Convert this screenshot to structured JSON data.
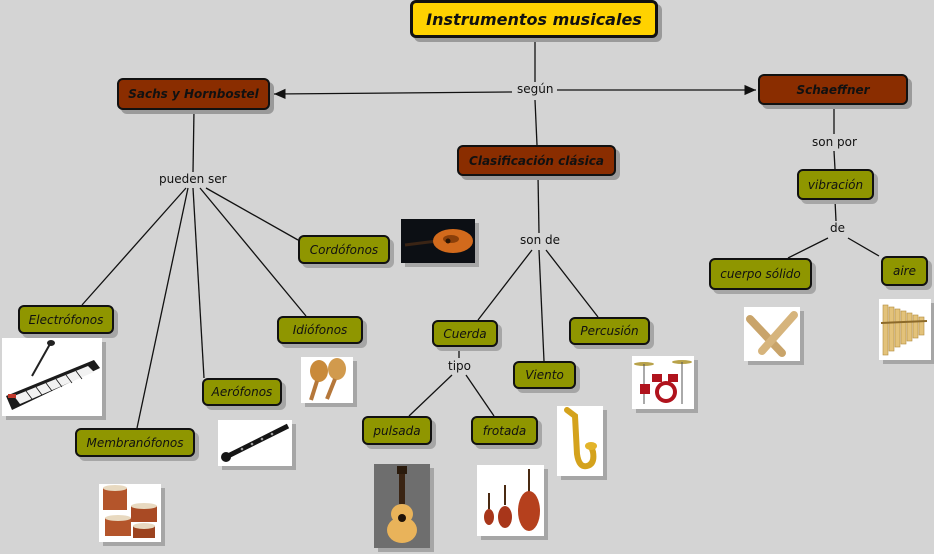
{
  "title": "Instrumentos musicales",
  "link_labels": {
    "segun": "según",
    "pueden_ser": "pueden ser",
    "son_de": "son de",
    "son_por": "son por",
    "de": "de",
    "tipo": "tipo"
  },
  "classifications": {
    "sachs": "Sachs y Hornbostel",
    "clasica": "Clasificación clásica",
    "schaeffner": "Schaeffner"
  },
  "sachs_items": {
    "electrofonos": "Electrófonos",
    "membranofonos": "Membranófonos",
    "aerofonos": "Aerófonos",
    "idiofonos": "Idiófonos",
    "cordofonos": "Cordófonos"
  },
  "clasica_items": {
    "cuerda": "Cuerda",
    "viento": "Viento",
    "percusion": "Percusión",
    "pulsada": "pulsada",
    "frotada": "frotada"
  },
  "schaeffner_items": {
    "vibracion": "vibración",
    "cuerpo_solido": "cuerpo sólido",
    "aire": "aire"
  },
  "colors": {
    "background": "#d4d4d4",
    "title_fill": "#ffd200",
    "category_fill": "#8a2d00",
    "concept_fill": "#8f9600",
    "line": "#111111"
  },
  "icons": [
    "lute-icon",
    "synthesizer-icon",
    "maracas-icon",
    "clarinet-icon",
    "drums-icon",
    "drum-kit-icon",
    "saxophone-icon",
    "guitar-icon",
    "violin-family-icon",
    "claves-icon",
    "pan-flute-icon"
  ]
}
